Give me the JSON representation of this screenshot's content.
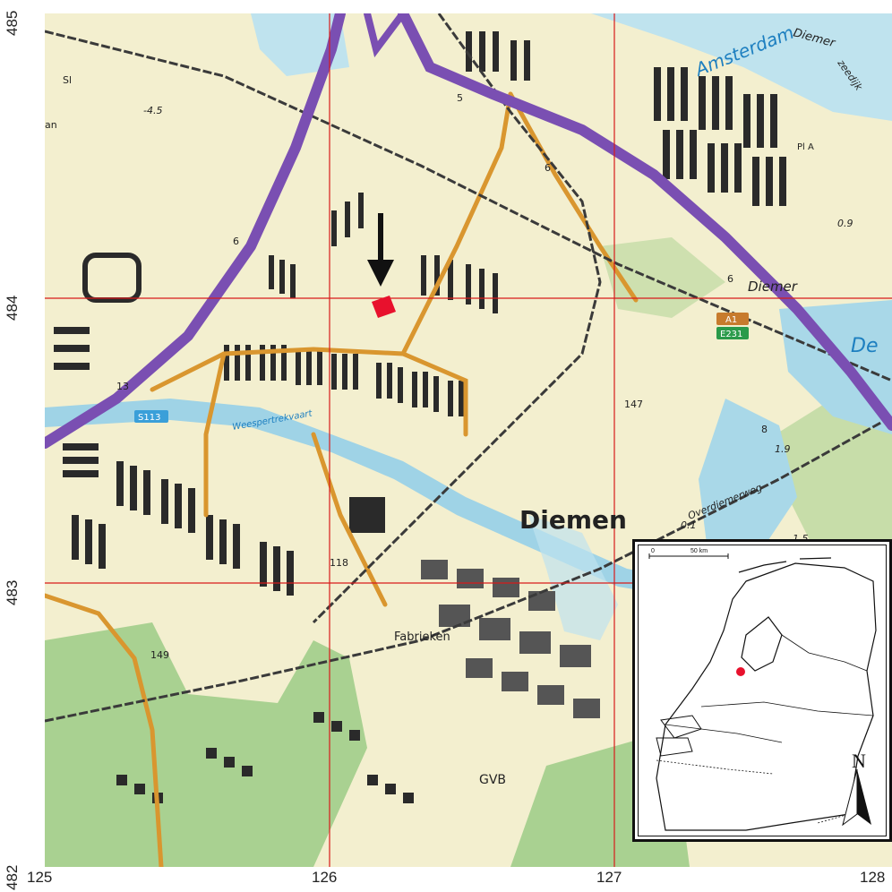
{
  "grid": {
    "y_labels": [
      "485",
      "484",
      "483",
      "482"
    ],
    "x_labels": [
      "125",
      "126",
      "127",
      "128"
    ]
  },
  "map_labels": {
    "town": "Diemen",
    "amsterdam_canal": "Amsterdam",
    "diemer_top": "Diemer",
    "zeedijk": "zeedijk",
    "diemer_mid": "Diemer",
    "de": "De",
    "factory": "Fabrieken",
    "gvb": "GVB",
    "overdiemerweg": "Overdiemerweg",
    "road_s113": "S113",
    "road_a1": "A1",
    "road_e231": "E231",
    "water_vinkeveen": "Weespertrekvaart",
    "elev_minus45": "-4.5",
    "elev_09": "0.9",
    "elev_19": "1.9",
    "elev_01": "0.1",
    "elev_15": "1.5",
    "num_147": "147",
    "num_149": "149",
    "num_118": "118",
    "num_13": "13",
    "num_6a": "6",
    "num_6b": "6",
    "num_6c": "6",
    "num_5": "5",
    "num_8": "8",
    "sl": "Sl",
    "an": "an",
    "pla": "Pl A"
  },
  "inset": {
    "scale_start": "0",
    "scale_end": "50 km",
    "north": "N"
  },
  "colors": {
    "land": "#f3efcf",
    "water": "#bfe3ee",
    "water_deep": "#a9d8e8",
    "motorway": "#7a4fb2",
    "main_road": "#d9962f",
    "building": "#2a2a2a",
    "grid_line": "#d81b1b",
    "green": "#8fc77a",
    "marker": "#e8112d"
  }
}
